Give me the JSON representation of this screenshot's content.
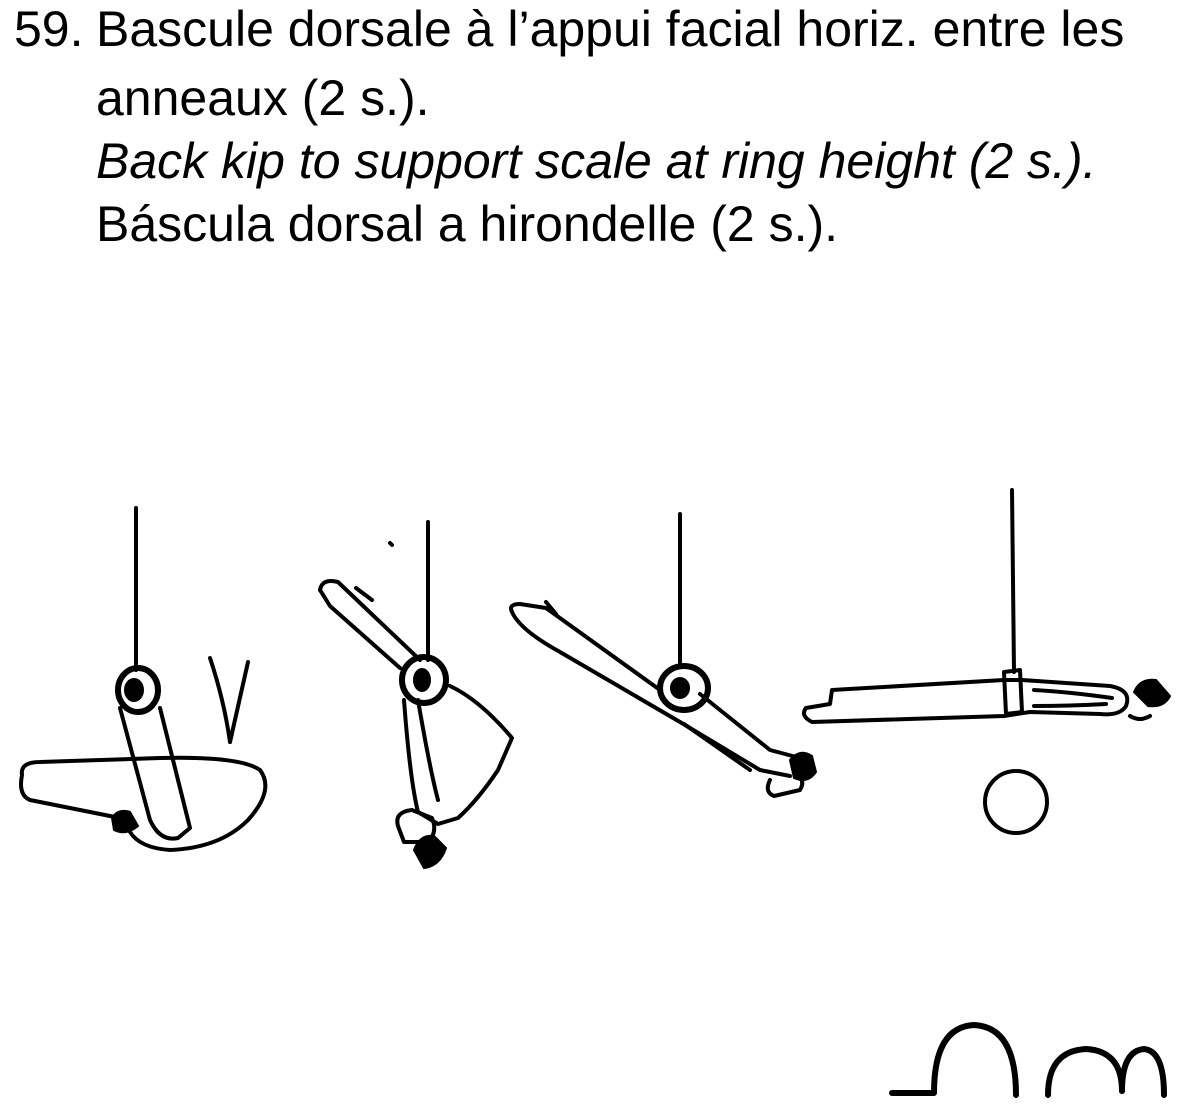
{
  "element": {
    "number": "59.",
    "french_line_1": "Bascule dorsale à l’appui facial horiz. entre les",
    "french_line_2": "anneaux (2 s.).",
    "english": "Back kip to support scale at ring height (2 s.).",
    "spanish": "Báscula dorsal a hirondelle (2 s.)."
  },
  "illustration": {
    "figures": [
      "hang-pike-figure",
      "inverted-figure",
      "rising-figure",
      "support-scale-figure"
    ],
    "ink_color": "#000000",
    "background_color": "#ffffff"
  },
  "notation": {
    "symbol_name": "element-notation-symbol"
  }
}
